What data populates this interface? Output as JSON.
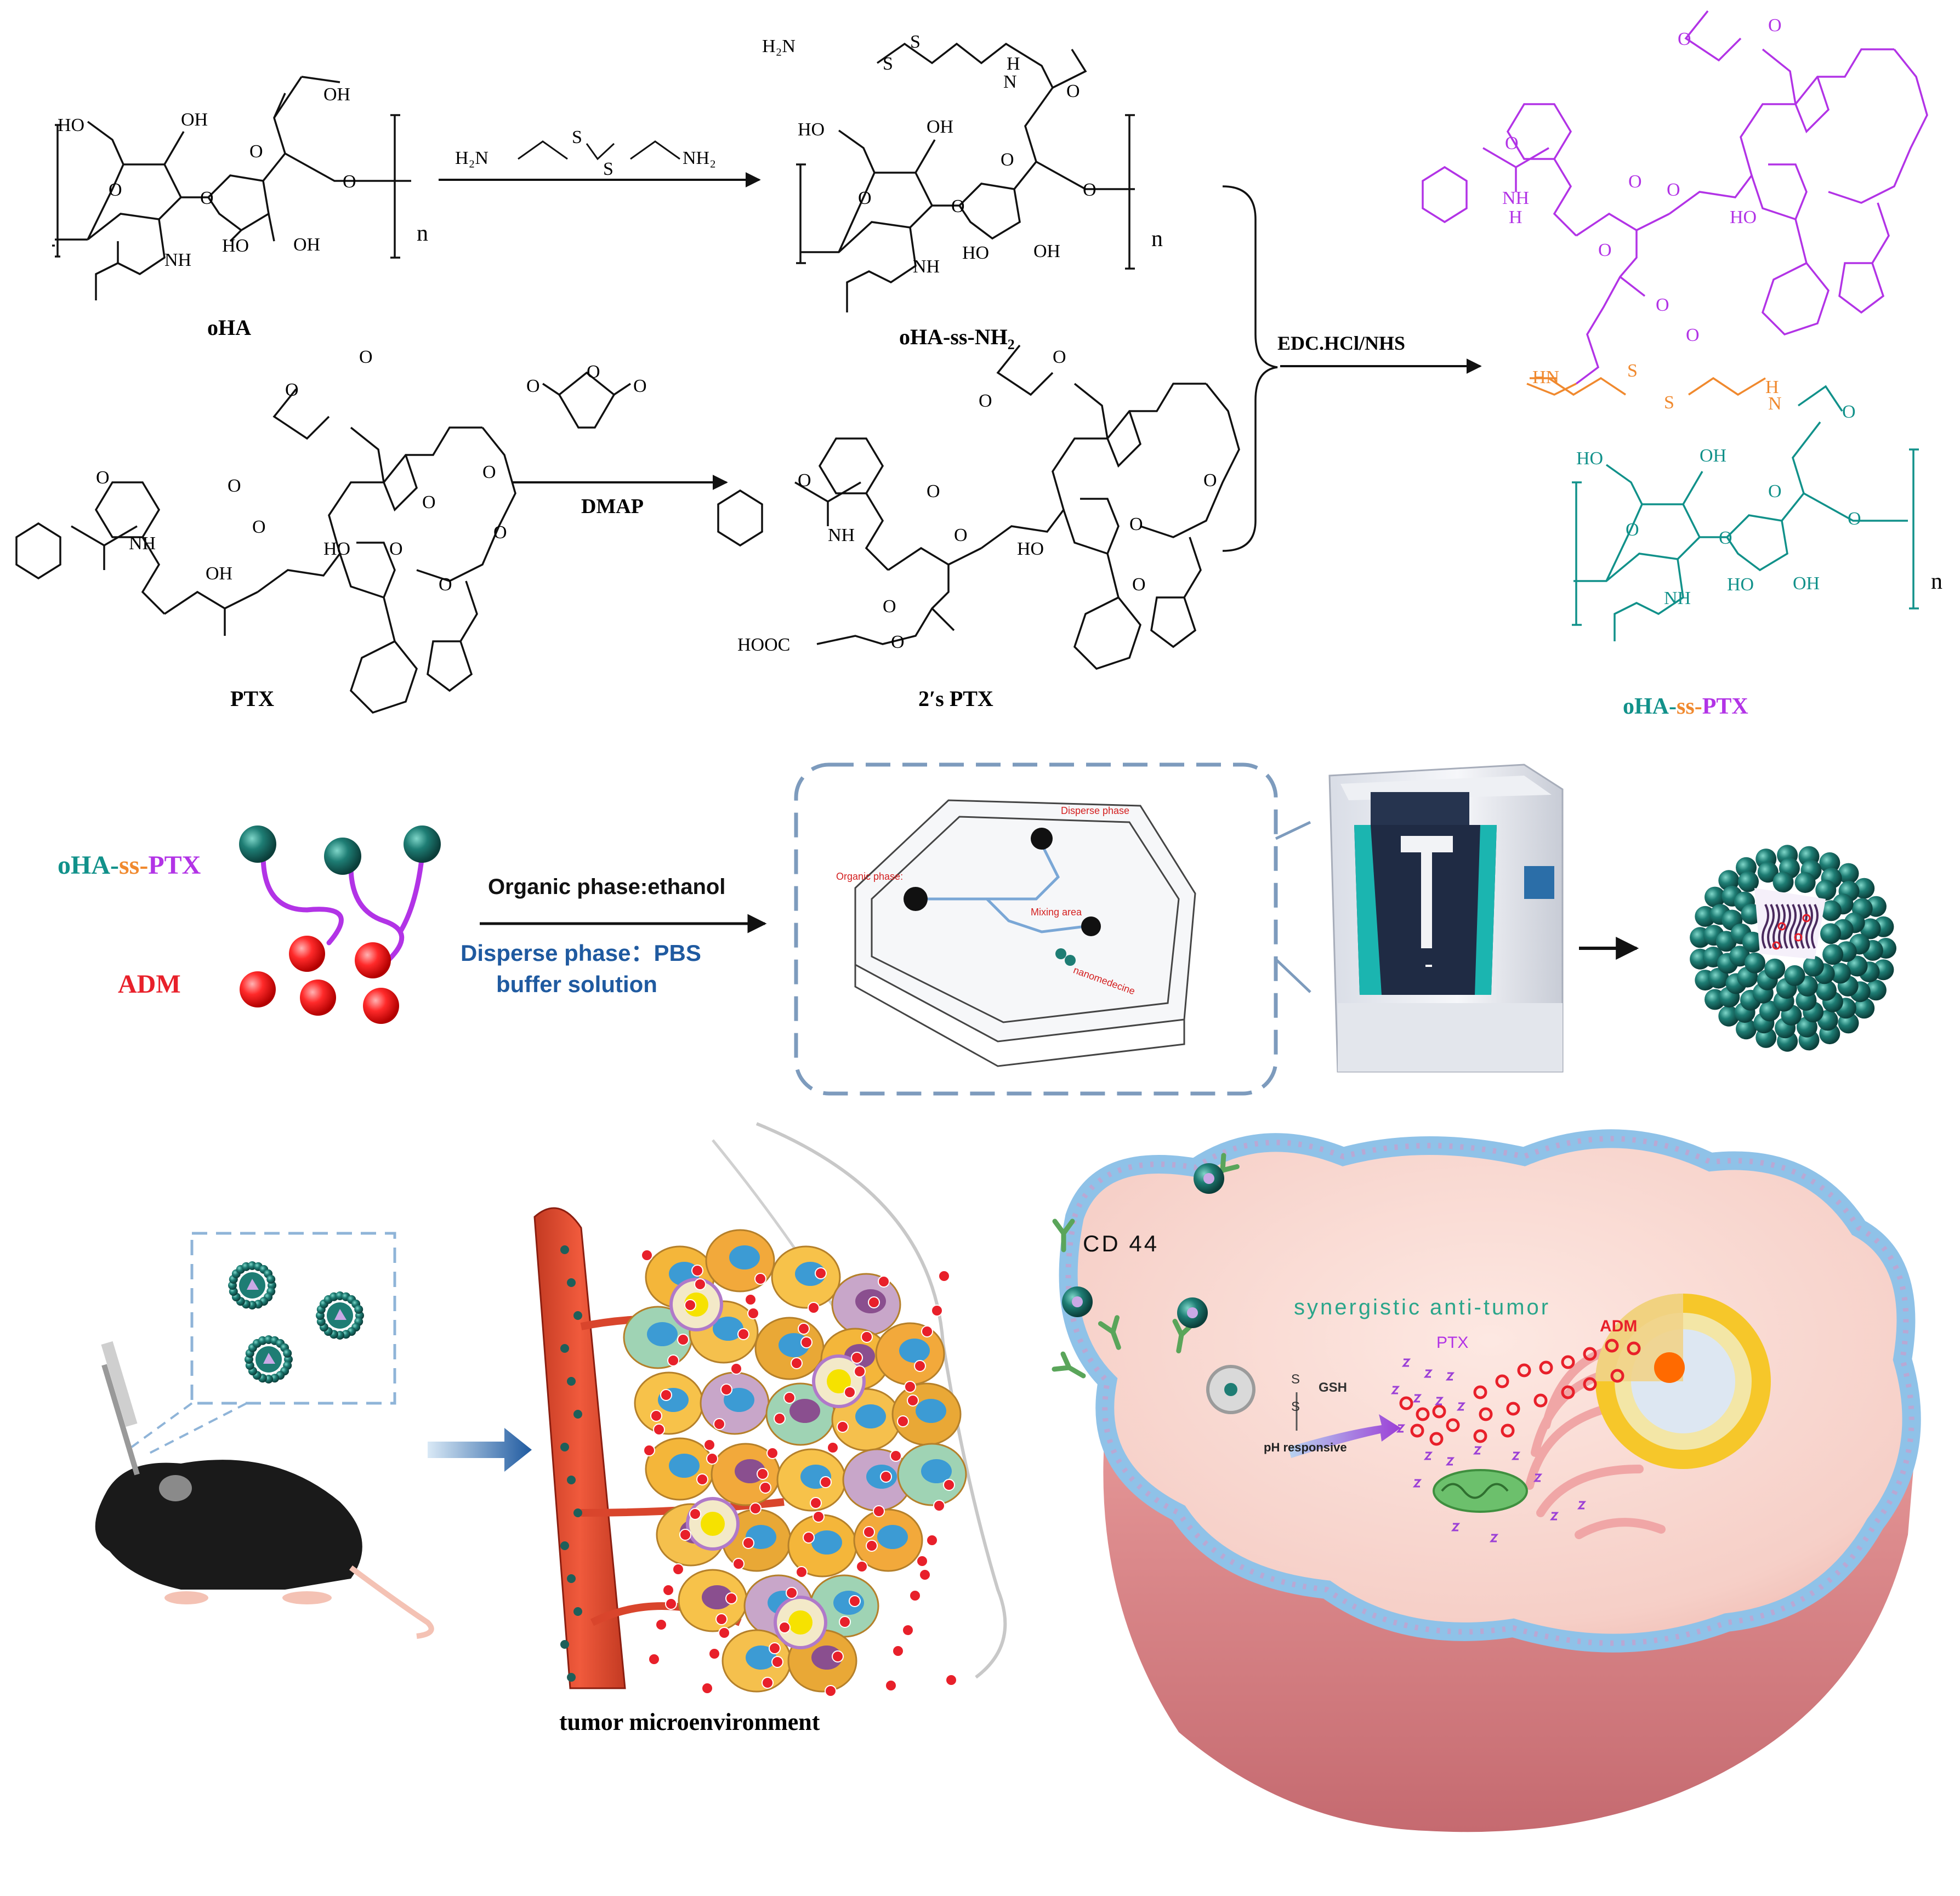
{
  "colors": {
    "purple": "#b233e6",
    "teal": "#11918a",
    "orange": "#f0892e",
    "red": "#e8202a",
    "blue": "#1f5aa0",
    "black": "#111111"
  },
  "reaction": {
    "oha": {
      "name": "oHA",
      "atoms": {
        "ho_top": "HO",
        "oh_top": "OH",
        "oh_acid": "OH",
        "o_ring1": "O",
        "o_ring2": "O",
        "o_link": "O",
        "o_bridge": "O",
        "nh": "NH",
        "ho_b": "HO",
        "oh_b": "OH",
        "n": "n"
      }
    },
    "cystamine": {
      "left": "H₂N",
      "s1": "S",
      "s2": "S",
      "right": "NH₂"
    },
    "oha_ss_nh2": {
      "name_main": "oHA-ss-NH",
      "name_sub": "2",
      "atoms": {
        "h2n": "H₂N",
        "s1": "S",
        "s2": "S",
        "h": "H",
        "n_amide": "N",
        "o_amide": "O",
        "ho_top": "HO",
        "oh_top": "OH",
        "o_ring1": "O",
        "o_ring2": "O",
        "o_link": "O",
        "o_bridge": "O",
        "nh": "NH",
        "ho_b": "HO",
        "oh_b": "OH",
        "n": "n"
      }
    },
    "ptx": {
      "name": "PTX",
      "atoms": {
        "o_keto": "O",
        "o_ac": "O",
        "o_benz": "O",
        "nh": "NH",
        "oh": "OH",
        "o_est": "O",
        "o_est2": "O",
        "ho": "HO",
        "o_ox": "O",
        "o_a2": "O",
        "o_a3": "O",
        "o_bz": "O",
        "o_bz2": "O"
      }
    },
    "succinic": {
      "o1": "O",
      "o2": "O",
      "o3": "O"
    },
    "dmap": "DMAP",
    "ptx2s": {
      "name": "2′s PTX",
      "atoms": {
        "o_keto": "O",
        "o_ac": "O",
        "o_benz": "O",
        "nh": "NH",
        "o_est": "O",
        "o_est2": "O",
        "o_2p": "O",
        "hooc": "HOOC",
        "o_succ": "O",
        "ho": "HO",
        "o_ox": "O",
        "o_a2": "O",
        "o_bz": "O"
      }
    },
    "edc": "EDC.HCl/NHS",
    "product": {
      "name_oha": "oHA-",
      "name_ss": "ss-",
      "name_ptx": "PTX",
      "atoms": {
        "o1": "O",
        "o2": "O",
        "nh": "NH",
        "h": "H",
        "o3": "O",
        "o4": "O",
        "o5": "O",
        "ho": "HO",
        "o6": "O",
        "o7": "O",
        "o8": "O",
        "hn": "HN",
        "s1": "S",
        "s2": "S",
        "h2": "H",
        "n2": "N",
        "o9": "O",
        "ho_t": "HO",
        "oh_t": "OH",
        "o_r1": "O",
        "o_r2": "O",
        "o_l": "O",
        "o_b": "O",
        "nh_t": "NH",
        "ho_b": "HO",
        "oh_b": "OH",
        "n": "n"
      }
    }
  },
  "assembly": {
    "oha": "oHA-",
    "ss": "ss-",
    "ptx": "PTX",
    "adm": "ADM",
    "organic": "Organic phase:ethanol",
    "disperse_line1": "Disperse phase：PBS",
    "disperse_line2": "buffer solution",
    "chip": {
      "organic": "Organic phase:",
      "disperse": "Disperse phase",
      "mixing": "Mixing area",
      "nano": "nanomedecine"
    }
  },
  "bio": {
    "tumor": "tumor microenvironment",
    "cd44": "CD 44",
    "synergistic": "synergistic anti-tumor",
    "ptx": "PTX",
    "adm": "ADM",
    "gsh": "GSH",
    "s_top": "S",
    "s_bot": "S",
    "ph": "pH responsive"
  }
}
